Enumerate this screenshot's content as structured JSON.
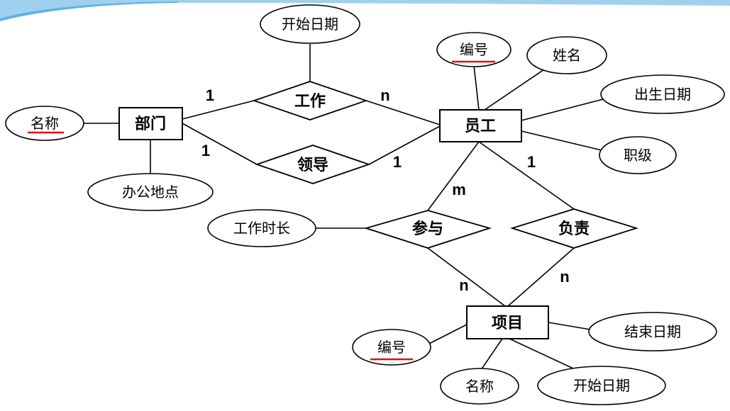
{
  "entities": {
    "department": "部门",
    "employee": "员工",
    "project": "项目"
  },
  "relationships": {
    "work": "工作",
    "lead": "领导",
    "participate": "参与",
    "responsible": "负责"
  },
  "attributes": {
    "work_start_date": "开始日期",
    "dept_name": "名称",
    "dept_office": "办公地点",
    "emp_id": "编号",
    "emp_name": "姓名",
    "emp_birth": "出生日期",
    "emp_level": "职级",
    "work_hours": "工作时长",
    "proj_id": "编号",
    "proj_end": "结束日期",
    "proj_name": "名称",
    "proj_start": "开始日期"
  },
  "cardinalities": {
    "work_dept": "1",
    "work_emp": "n",
    "lead_dept": "1",
    "lead_emp": "1",
    "participate_emp": "m",
    "participate_proj": "n",
    "responsible_emp": "1",
    "responsible_proj": "n"
  },
  "colors": {
    "primary_key_underline": "#e01010",
    "header_band": "#9fd0f0"
  }
}
